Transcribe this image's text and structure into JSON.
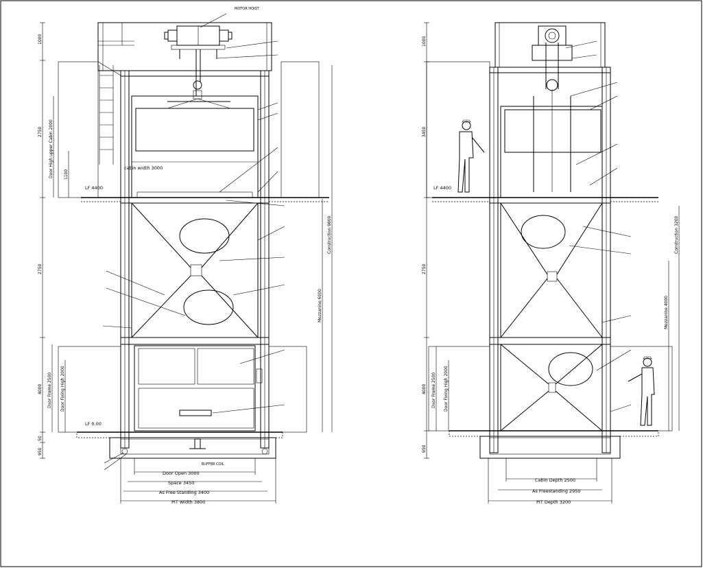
{
  "front": {
    "dims": {
      "door_open": "Door Open 3000",
      "space": "Space 3450",
      "as_free_standing": "As Free Standing 3400",
      "pit_width": "PIT Width 3800"
    },
    "vertical": {
      "top": "1000",
      "upper": "2750",
      "door_high_upper": "Door High upper Cabin 2000",
      "d1100": "1100",
      "middle": "2750",
      "lower": "4000",
      "door_frame": "Door Frame 2500",
      "door_fixing": "Door Fixing High 2000",
      "pit": "50",
      "base": "950",
      "construction": "Construction 9800",
      "mesocele": "Mezzanine 6000"
    },
    "levels": {
      "upper_lf": "LF 4400",
      "lower_lf": "LF 0.00"
    },
    "labels": {
      "cabin_width": "cabin width 3000",
      "motor": "MOTOR HOIST",
      "buffer": "BUFFER COIL"
    }
  },
  "side": {
    "dims": {
      "cabin_depth": "Cabin Depth 2500",
      "as_free_standing": "As Freestanding 2950",
      "pit_depth": "PIT Depth 3200"
    },
    "vertical": {
      "top": "1000",
      "upper": "3450",
      "middle": "2750",
      "lower": "4000",
      "door_frame": "Door Frame 2500",
      "door_fixing": "Door Fixing High 2000",
      "base": "950",
      "construction": "Construction 3200",
      "mezzanine": "Mezzanine 4000"
    },
    "levels": {
      "upper_lf": "LF 4400"
    }
  }
}
